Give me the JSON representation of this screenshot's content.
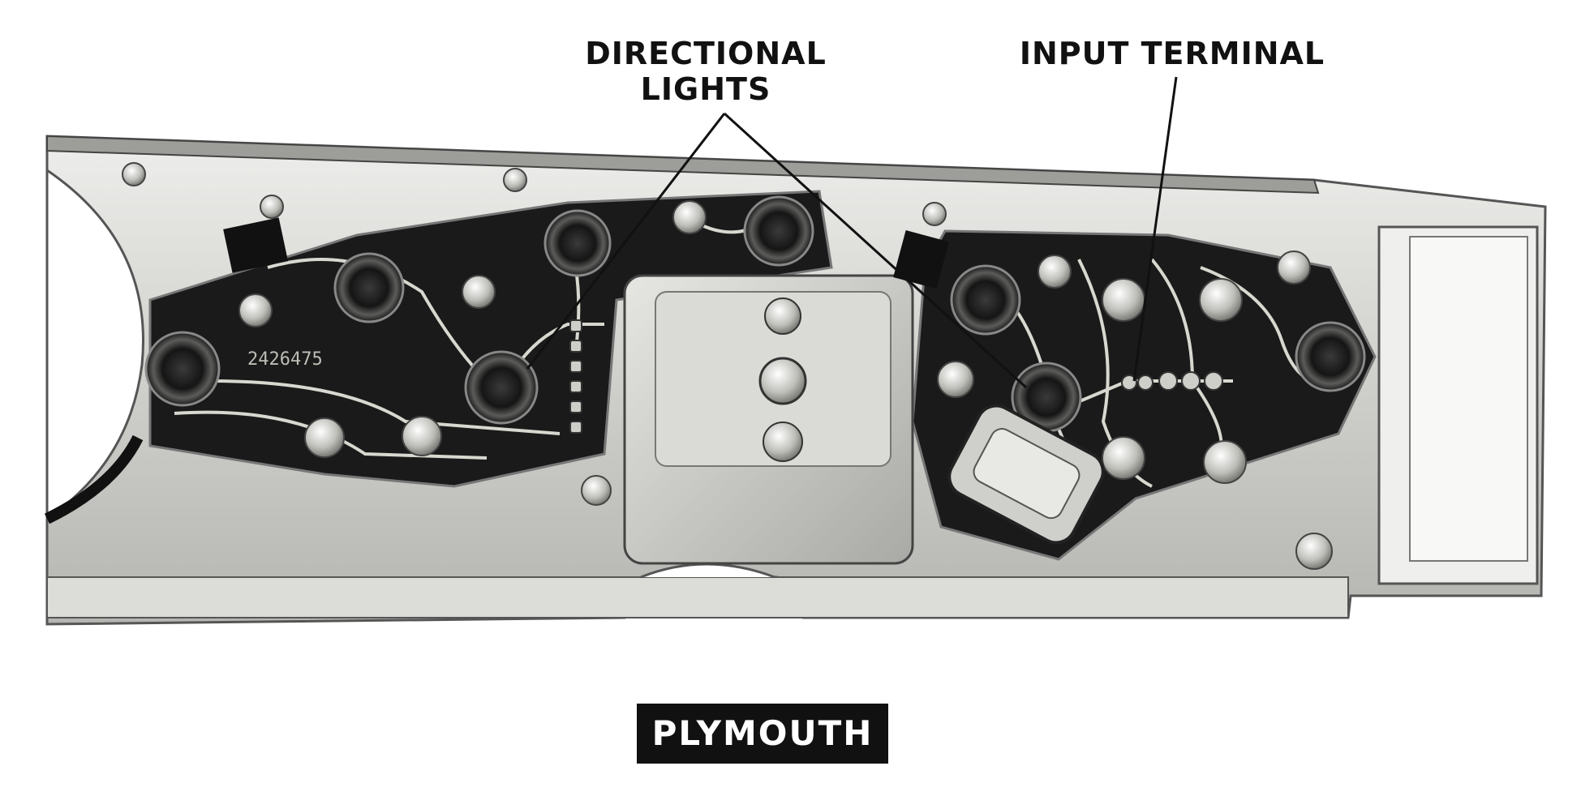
{
  "labels": {
    "directional_lights": [
      "DIRECTIONAL",
      "LIGHTS"
    ],
    "input_terminal": "INPUT TERMINAL"
  },
  "panel": {
    "part_number": "2426475"
  },
  "caption": "PLYMOUTH",
  "colors": {
    "background": "#ffffff",
    "metal": "#d9d9d6",
    "metal_dark": "#a8a8a4",
    "circuit_board": "#1a1a1a",
    "trace": "#d8d8d0",
    "ink": "#111111"
  }
}
